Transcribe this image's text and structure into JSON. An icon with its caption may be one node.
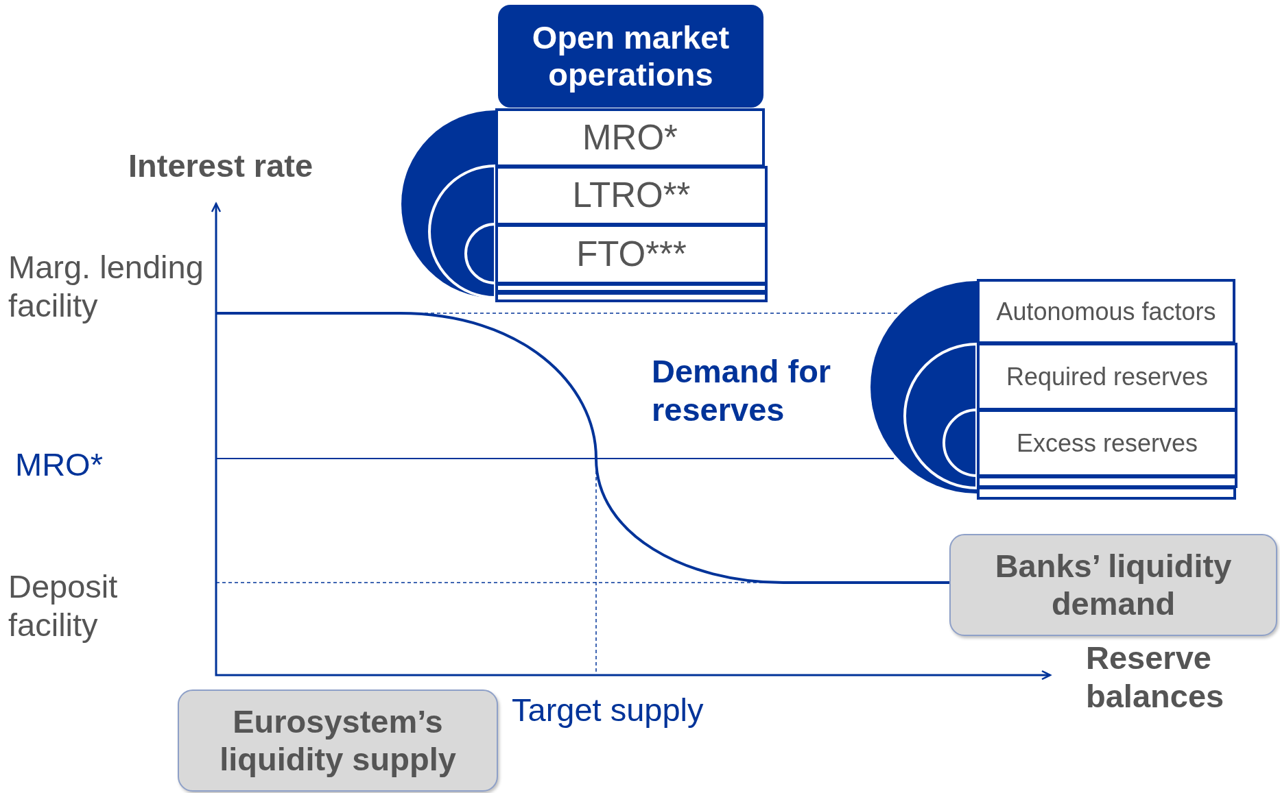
{
  "diagram": {
    "nodes": [
      {
        "text": [
          "Open market operations"
        ]
      },
      {
        "text": [
          "MRO*"
        ]
      },
      {
        "text": [
          "LTRO**"
        ]
      },
      {
        "text": [
          "FTO***"
        ]
      },
      {
        "text": [
          "Autonomous factors"
        ]
      },
      {
        "text": [
          "Required reserves"
        ]
      },
      {
        "text": [
          "Excess reserves"
        ]
      },
      {
        "text": [
          "Banks’ liquidity demand"
        ]
      },
      {
        "text": [
          "Eurosystem’s liquidity supply"
        ]
      }
    ],
    "labels": [
      "Interest rate",
      "Marg. lending facility",
      "MRO*",
      "Deposit facility",
      "Demand for reserves",
      "Target supply",
      "Reserve balances"
    ]
  }
}
